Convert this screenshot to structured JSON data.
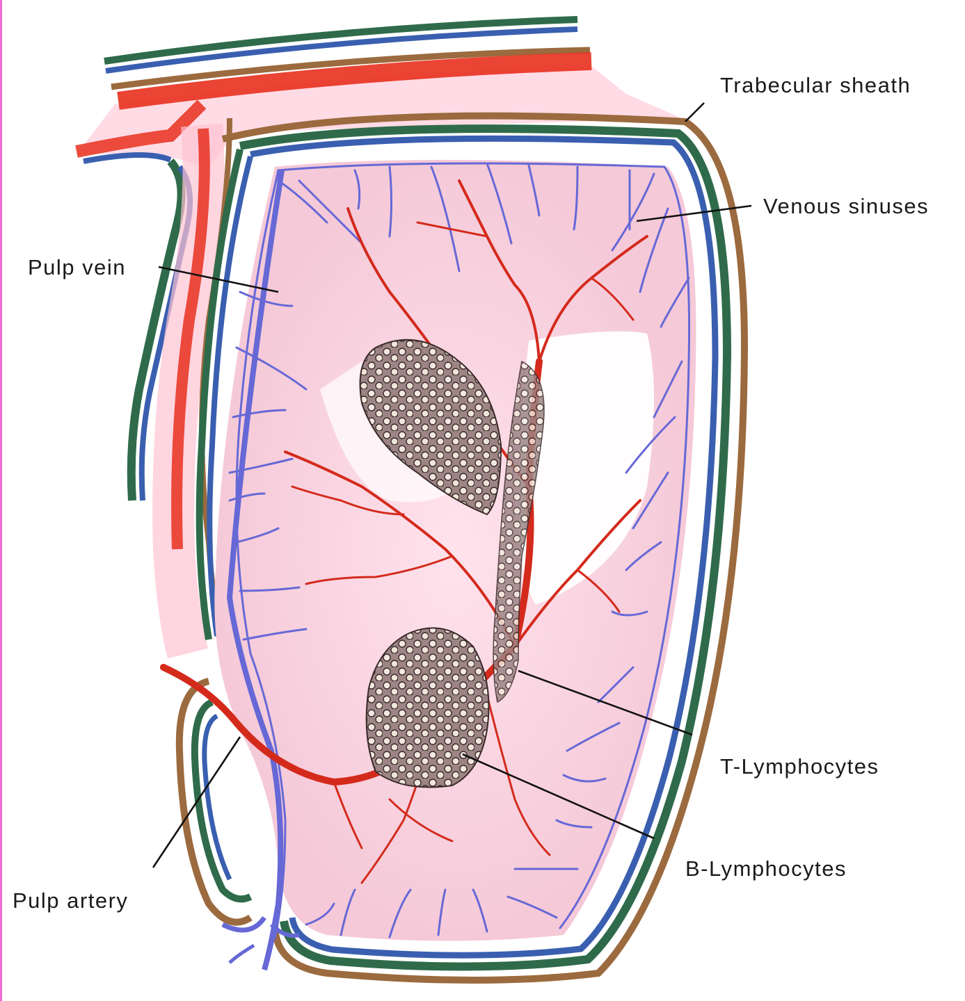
{
  "labels": {
    "trabecular_sheath": "Trabecular sheath",
    "venous_sinuses": "Venous sinuses",
    "pulp_vein": "Pulp vein",
    "t_lymphocytes": "T-Lymphocytes",
    "b_lymphocytes": "B-Lymphocytes",
    "pulp_artery": "Pulp artery"
  },
  "colors": {
    "edge_bar": "#f26bd3",
    "sheath_brown": "#9b6a3e",
    "sheath_green": "#2f6b4a",
    "sheath_blue": "#3a5fb0",
    "artery_red": "#d42a1c",
    "vein_blue": "#6668d6",
    "pulp_pink": "#f7e2ea",
    "nodule_fill": "#a58c8c"
  }
}
